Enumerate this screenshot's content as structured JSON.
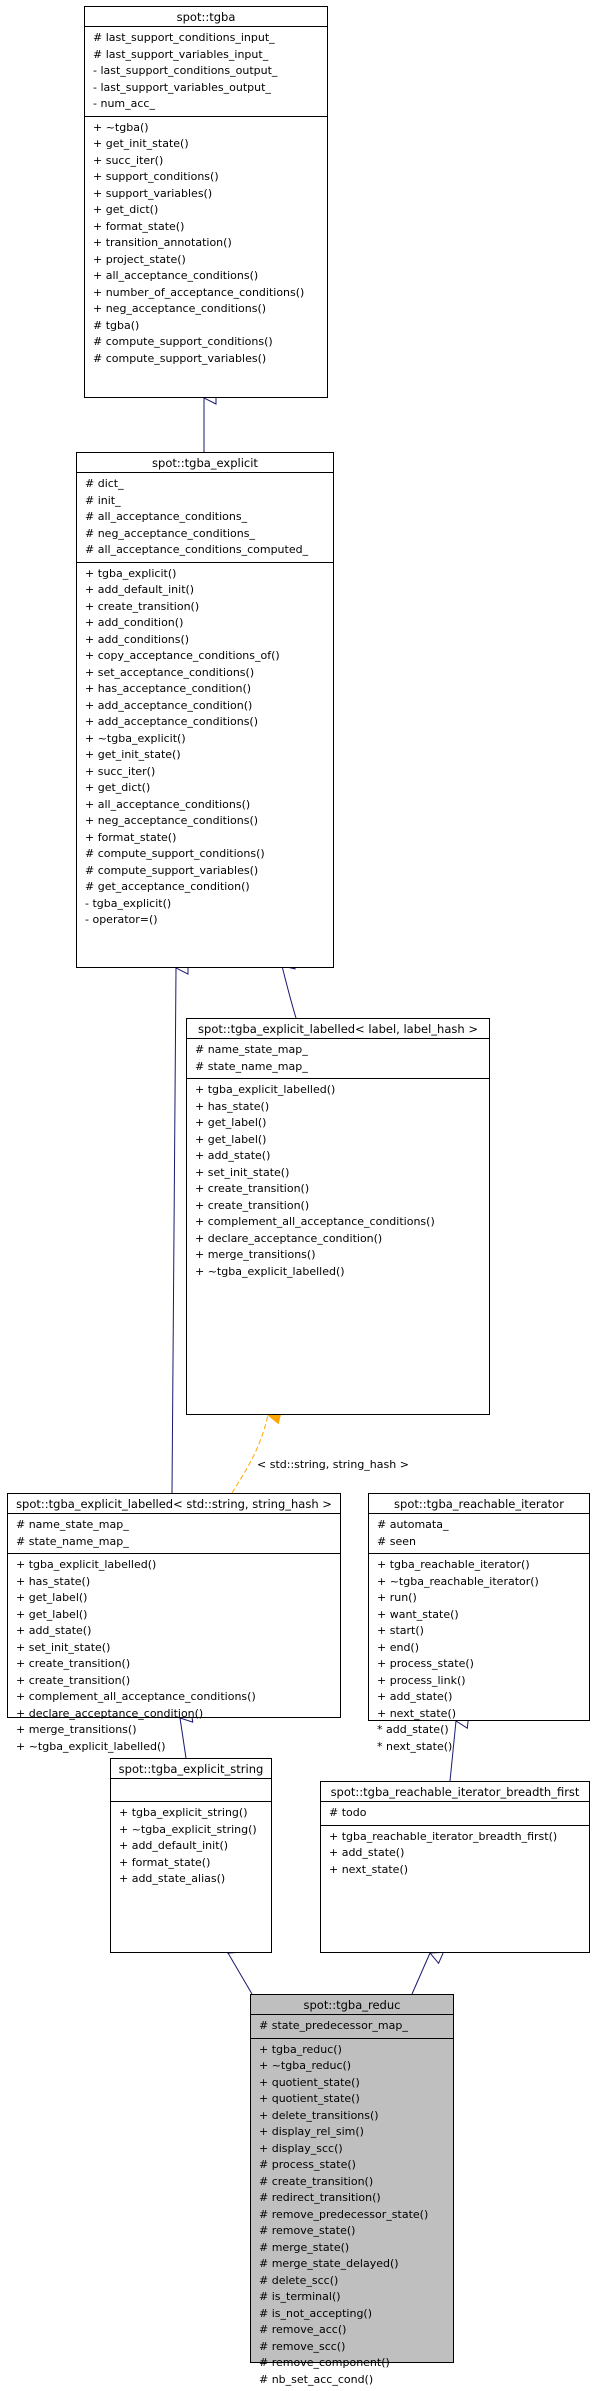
{
  "classes": {
    "tgba": {
      "name": "spot::tgba",
      "attributes": [
        "# last_support_conditions_input_",
        "# last_support_variables_input_",
        "- last_support_conditions_output_",
        "- last_support_variables_output_",
        "- num_acc_"
      ],
      "methods": [
        "+ ~tgba()",
        "+ get_init_state()",
        "+ succ_iter()",
        "+ support_conditions()",
        "+ support_variables()",
        "+ get_dict()",
        "+ format_state()",
        "+ transition_annotation()",
        "+ project_state()",
        "+ all_acceptance_conditions()",
        "+ number_of_acceptance_conditions()",
        "+ neg_acceptance_conditions()",
        "# tgba()",
        "# compute_support_conditions()",
        "# compute_support_variables()"
      ]
    },
    "tgba_explicit": {
      "name": "spot::tgba_explicit",
      "attributes": [
        "# dict_",
        "# init_",
        "# all_acceptance_conditions_",
        "# neg_acceptance_conditions_",
        "# all_acceptance_conditions_computed_"
      ],
      "methods": [
        "+ tgba_explicit()",
        "+ add_default_init()",
        "+ create_transition()",
        "+ add_condition()",
        "+ add_conditions()",
        "+ copy_acceptance_conditions_of()",
        "+ set_acceptance_conditions()",
        "+ has_acceptance_condition()",
        "+ add_acceptance_condition()",
        "+ add_acceptance_conditions()",
        "+ ~tgba_explicit()",
        "+ get_init_state()",
        "+ succ_iter()",
        "+ get_dict()",
        "+ all_acceptance_conditions()",
        "+ neg_acceptance_conditions()",
        "+ format_state()",
        "# compute_support_conditions()",
        "# compute_support_variables()",
        "# get_acceptance_condition()",
        "- tgba_explicit()",
        "- operator=()"
      ]
    },
    "tgba_explicit_labelled_tmpl": {
      "name": "spot::tgba_explicit_labelled< label, label_hash >",
      "attributes": [
        "# name_state_map_",
        "# state_name_map_"
      ],
      "methods": [
        "+ tgba_explicit_labelled()",
        "+ has_state()",
        "+ get_label()",
        "+ get_label()",
        "+ add_state()",
        "+ set_init_state()",
        "+ create_transition()",
        "+ create_transition()",
        "+ complement_all_acceptance_conditions()",
        "+ declare_acceptance_condition()",
        "+ merge_transitions()",
        "+ ~tgba_explicit_labelled()"
      ]
    },
    "tgba_explicit_labelled_string": {
      "name": "spot::tgba_explicit_labelled< std::string, string_hash >",
      "attributes": [
        "# name_state_map_",
        "# state_name_map_"
      ],
      "methods": [
        "+ tgba_explicit_labelled()",
        "+ has_state()",
        "+ get_label()",
        "+ get_label()",
        "+ add_state()",
        "+ set_init_state()",
        "+ create_transition()",
        "+ create_transition()",
        "+ complement_all_acceptance_conditions()",
        "+ declare_acceptance_condition()",
        "+ merge_transitions()",
        "+ ~tgba_explicit_labelled()"
      ]
    },
    "tgba_reachable_iterator": {
      "name": "spot::tgba_reachable_iterator",
      "attributes": [
        "# automata_",
        "# seen"
      ],
      "methods": [
        "+ tgba_reachable_iterator()",
        "+ ~tgba_reachable_iterator()",
        "+ run()",
        "+ want_state()",
        "+ start()",
        "+ end()",
        "+ process_state()",
        "+ process_link()",
        "+ add_state()",
        "+ next_state()",
        "* add_state()",
        "* next_state()"
      ]
    },
    "tgba_explicit_string": {
      "name": "spot::tgba_explicit_string",
      "attributes": [],
      "methods": [
        "+ tgba_explicit_string()",
        "+ ~tgba_explicit_string()",
        "+ add_default_init()",
        "+ format_state()",
        "+ add_state_alias()"
      ]
    },
    "tgba_reachable_iterator_breadth_first": {
      "name": "spot::tgba_reachable_iterator_breadth_first",
      "attributes": [
        "# todo"
      ],
      "methods": [
        "+ tgba_reachable_iterator_breadth_first()",
        "+ add_state()",
        "+ next_state()"
      ]
    },
    "tgba_reduc": {
      "name": "spot::tgba_reduc",
      "attributes": [
        "# state_predecessor_map_"
      ],
      "methods": [
        "+ tgba_reduc()",
        "+ ~tgba_reduc()",
        "+ quotient_state()",
        "+ quotient_state()",
        "+ delete_transitions()",
        "+ display_rel_sim()",
        "+ display_scc()",
        "# process_state()",
        "# create_transition()",
        "# redirect_transition()",
        "# remove_predecessor_state()",
        "# remove_state()",
        "# merge_state()",
        "# merge_state_delayed()",
        "# delete_scc()",
        "# is_terminal()",
        "# is_not_accepting()",
        "# remove_acc()",
        "# remove_scc()",
        "# remove_component()",
        "# nb_set_acc_cond()"
      ]
    }
  },
  "template_binding_label": "< std::string, string_hash >",
  "colors": {
    "inheritance": "#191970",
    "template_instantiation": "#ffa500",
    "highlight_fill": "#bfbfbf"
  }
}
